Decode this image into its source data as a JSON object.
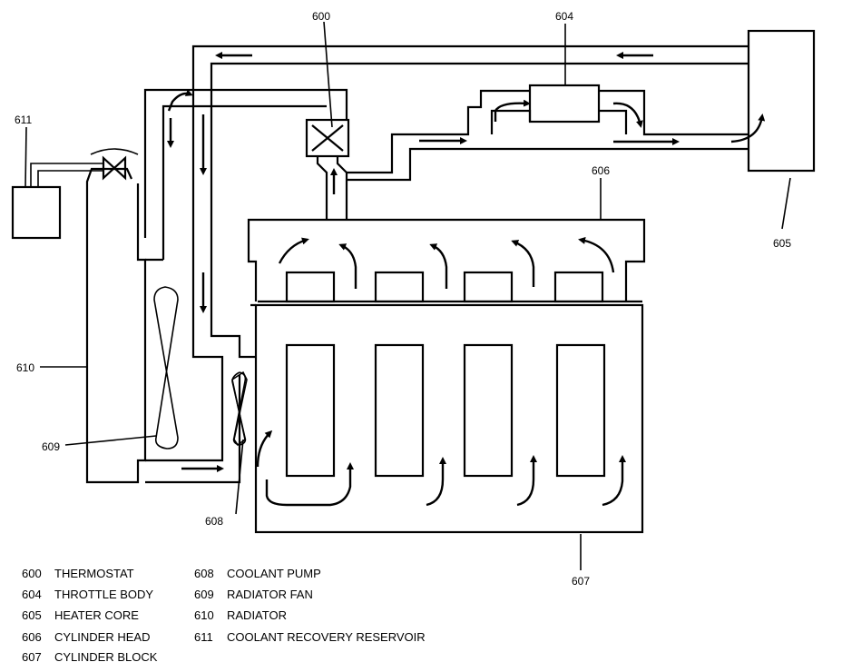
{
  "callouts": {
    "c600": "600",
    "c604": "604",
    "c605": "605",
    "c606": "606",
    "c607": "607",
    "c608": "608",
    "c609": "609",
    "c610": "610",
    "c611": "611"
  },
  "legend": [
    {
      "code": "600",
      "label": "THERMOSTAT"
    },
    {
      "code": "604",
      "label": "THROTTLE BODY"
    },
    {
      "code": "605",
      "label": "HEATER CORE"
    },
    {
      "code": "606",
      "label": "CYLINDER HEAD"
    },
    {
      "code": "607",
      "label": "CYLINDER BLOCK"
    },
    {
      "code": "608",
      "label": "COOLANT PUMP"
    },
    {
      "code": "609",
      "label": "RADIATOR FAN"
    },
    {
      "code": "610",
      "label": "RADIATOR"
    },
    {
      "code": "611",
      "label": "COOLANT RECOVERY RESERVOIR"
    }
  ]
}
